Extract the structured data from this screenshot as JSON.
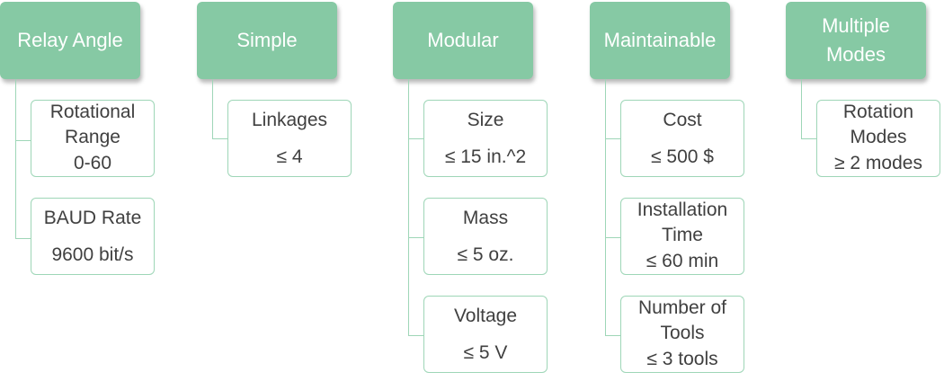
{
  "columns": [
    {
      "header": "Relay Angle",
      "items": [
        {
          "name": "Rotational\nRange",
          "value": "0-60"
        },
        {
          "name": "BAUD Rate",
          "value": "9600 bit/s"
        }
      ]
    },
    {
      "header": "Simple",
      "items": [
        {
          "name": "Linkages",
          "value": "≤ 4"
        }
      ]
    },
    {
      "header": "Modular",
      "items": [
        {
          "name": "Size",
          "value": "≤ 15 in.^2"
        },
        {
          "name": "Mass",
          "value": "≤ 5 oz."
        },
        {
          "name": "Voltage",
          "value": "≤ 5 V"
        }
      ]
    },
    {
      "header": "Maintainable",
      "items": [
        {
          "name": "Cost",
          "value": "≤ 500 $"
        },
        {
          "name": "Installation\nTime",
          "value": "≤ 60 min"
        },
        {
          "name": "Number of\nTools",
          "value": "≤ 3 tools"
        }
      ]
    },
    {
      "header": "Multiple\nModes",
      "items": [
        {
          "name": "Rotation\nModes",
          "value": "≥ 2 modes"
        }
      ]
    }
  ],
  "colors": {
    "header_fill": "#86c9a4",
    "header_text": "#ffffff",
    "card_border": "#9ed6b7",
    "card_text": "#404040",
    "connector": "#9ed6b7"
  }
}
